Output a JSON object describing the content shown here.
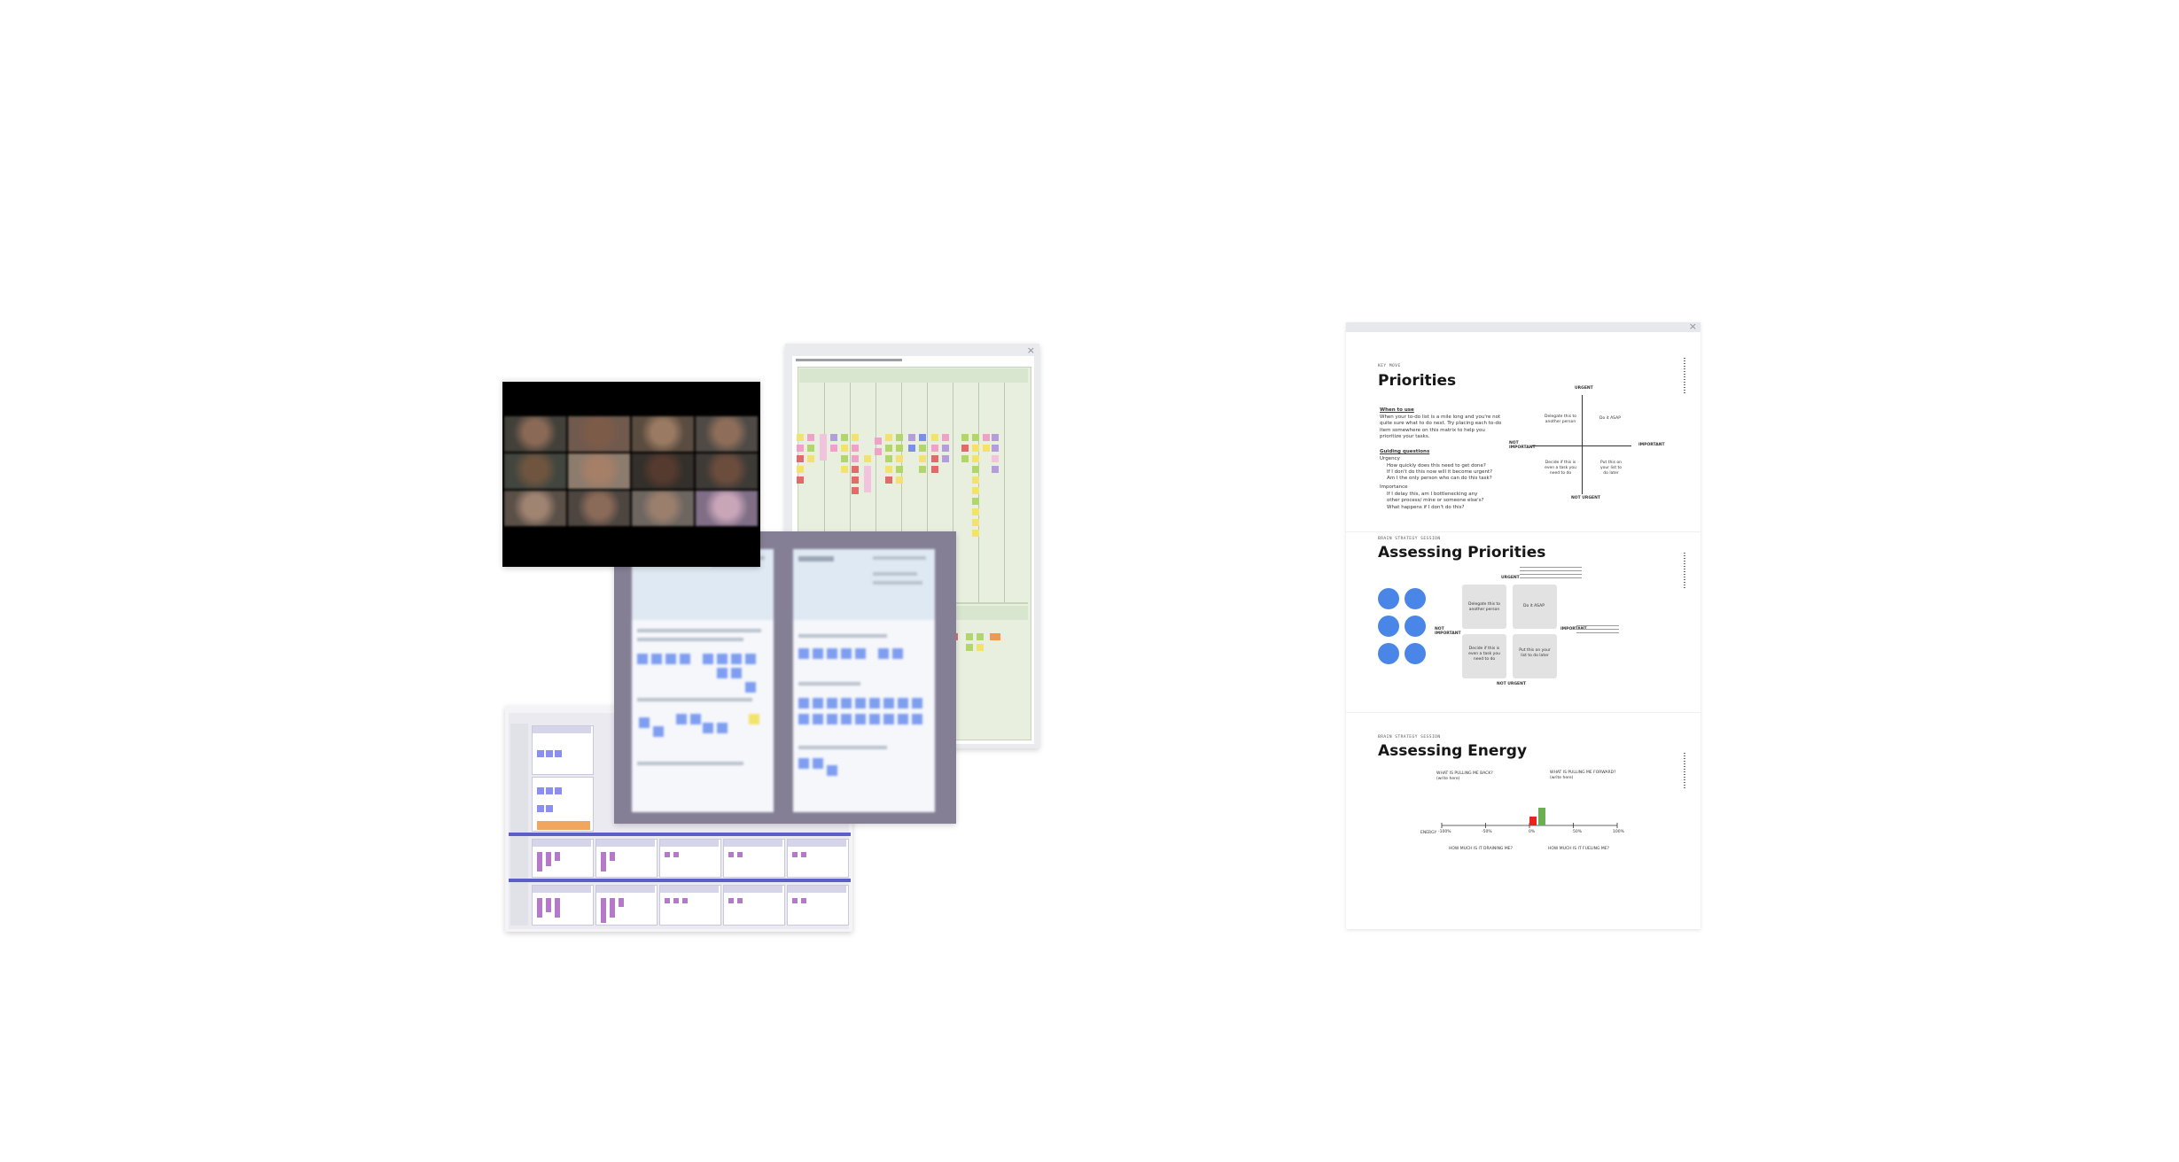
{
  "video_window": {
    "participants": 12
  },
  "mural_window": {
    "title": "Brainstorm board",
    "close_icon": "×",
    "colors": {
      "green": "#e5eddc",
      "header": "#d5e3cb"
    }
  },
  "grey_window": {
    "left_card_title": "Activity card",
    "right_card_title": "Activity card"
  },
  "purple_window": {},
  "right_panel": {
    "close_icon": "×",
    "sections": [
      {
        "eyebrow": "KEY MOVE",
        "title": "Priorities",
        "when_heading": "When to use",
        "when_text": "When your to-do list is a mile long and you're not quite sure what to do next. Try placing each to-do item somewhere on this matrix to help you prioritize your tasks.",
        "guiding_heading": "Guiding questions",
        "urgency_label": "Urgency",
        "urgency_items": [
          "How quickly does this need to get done?",
          "If I don't do this now will it become urgent?",
          "Am I the only person who can do this task?"
        ],
        "importance_label": "Importance",
        "importance_items": [
          "If I delay this, am I bottlenecking any other process/ mine or someone else's?",
          "What happens if I don't do this?"
        ],
        "axis_top": "URGENT",
        "axis_bottom": "NOT URGENT",
        "axis_left": "NOT IMPORTANT",
        "axis_right": "IMPORTANT",
        "q_tl": "Delegate this to another person",
        "q_tr": "Do it ASAP",
        "q_bl": "Decide if this is even a task you need to do",
        "q_br": "Put this on your list to do later"
      },
      {
        "eyebrow": "BRAIN STRATEGY SESSION",
        "title": "Assessing Priorities",
        "axis_top": "URGENT",
        "axis_bottom": "NOT URGENT",
        "axis_left": "NOT IMPORTANT",
        "axis_right": "IMPORTANT",
        "q_tl": "Delegate this to another person",
        "q_tr": "Do it ASAP",
        "q_bl": "Decide if this is even a task you need to do",
        "q_br": "Put this on your list to do later",
        "circle_count": 6
      },
      {
        "eyebrow": "BRAIN STRATEGY SESSION",
        "title": "Assessing Energy",
        "left_q": "WHAT IS PULLING ME BACK?",
        "left_q_sub": "(write here)",
        "right_q": "WHAT IS PULLING ME FORWARD?",
        "right_q_sub": "(write here)",
        "bottom_left": "HOW MUCH IS IT DRAINING ME?",
        "bottom_right": "HOW MUCH IS IT FUELING ME?",
        "scale_left": "ENERGY",
        "ticks": [
          "-100%",
          "-50%",
          "0%",
          "50%",
          "100%"
        ],
        "drain_value": 10,
        "fuel_value": 20,
        "colors": {
          "drain": "#e8241f",
          "fuel": "#6aaf52"
        }
      }
    ]
  }
}
